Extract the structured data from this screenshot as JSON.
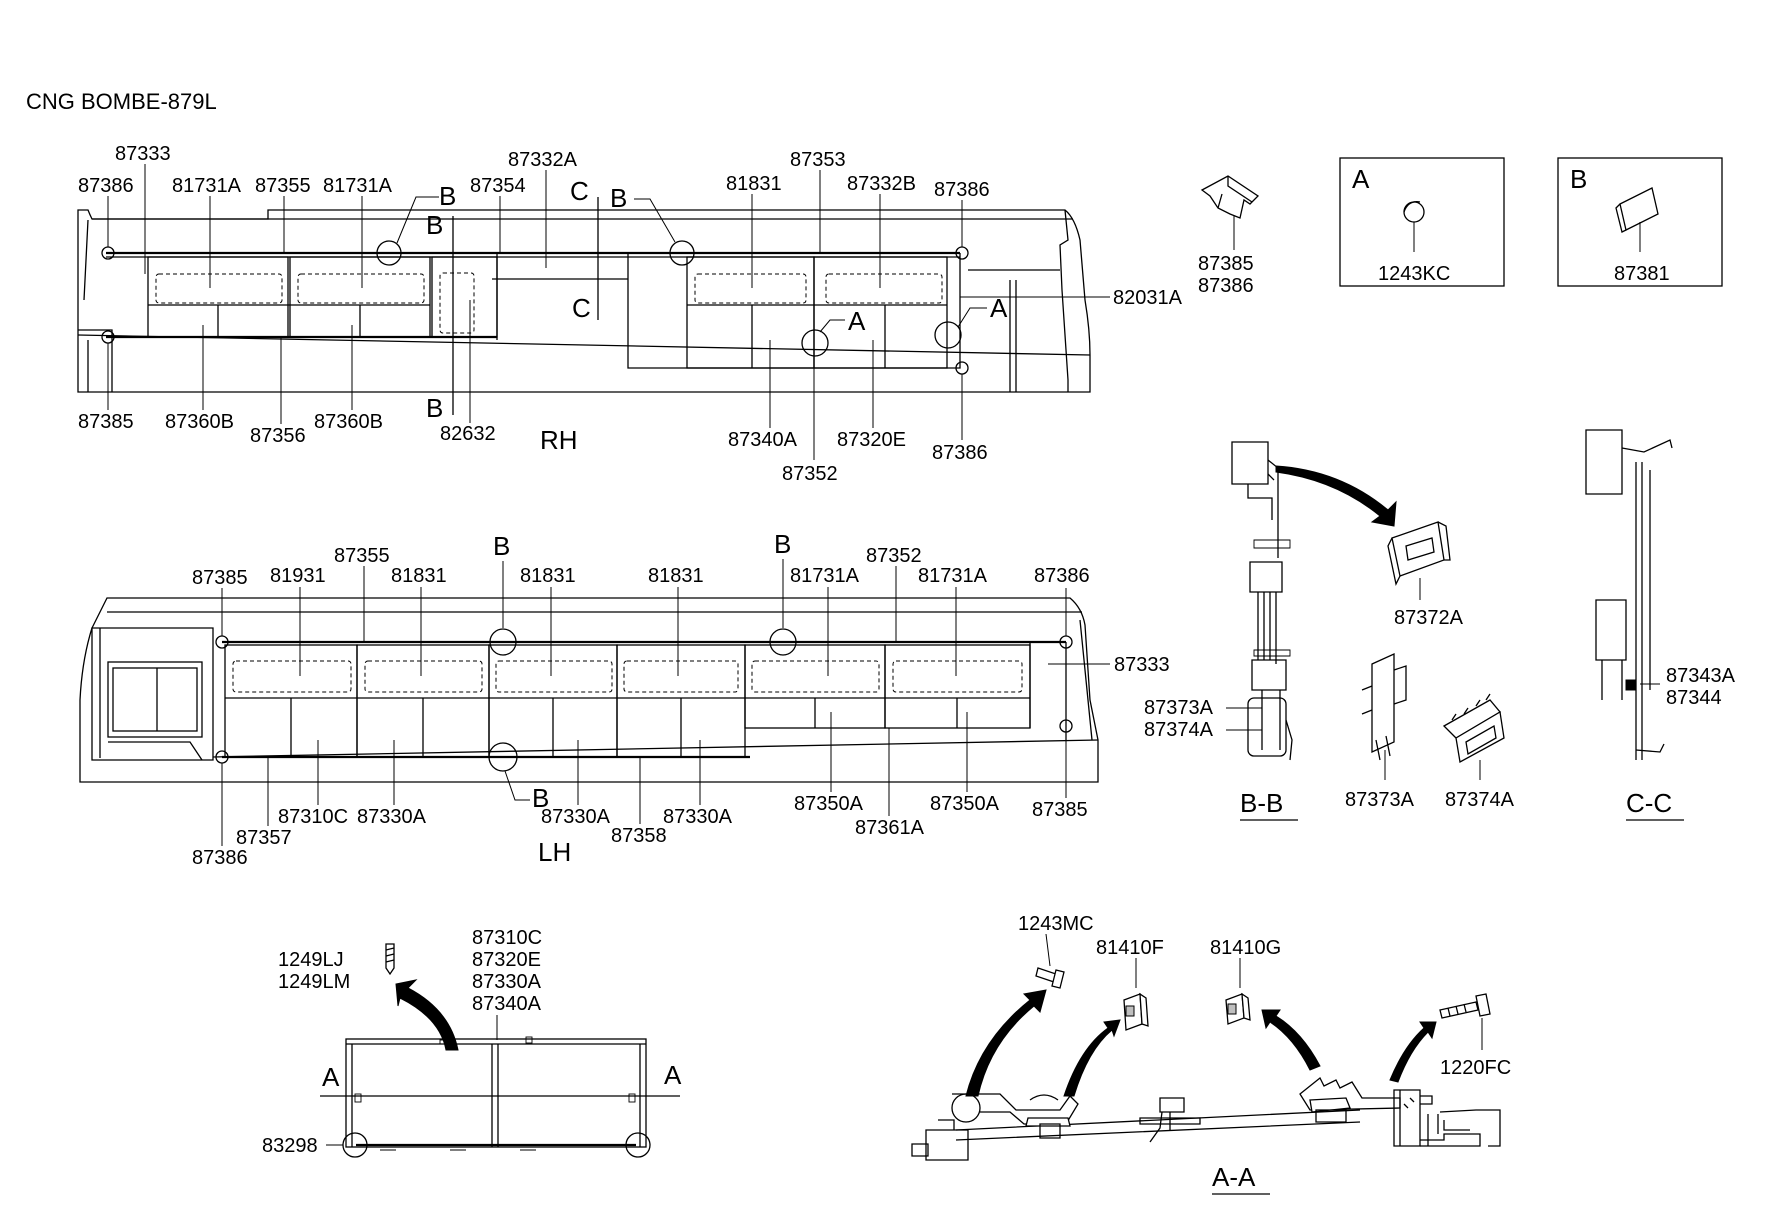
{
  "title": "CNG BOMBE-879L",
  "views": {
    "rh": "RH",
    "lh": "LH",
    "bb": "B-B",
    "cc": "C-C",
    "aa": "A-A"
  },
  "markers": {
    "a": "A",
    "b": "B",
    "c": "C"
  },
  "rh_labels": {
    "p87333": "87333",
    "p87386_tl": "87386",
    "p81731a_1": "81731A",
    "p87355": "87355",
    "p81731a_2": "81731A",
    "p87354": "87354",
    "p87332a": "87332A",
    "p81831": "81831",
    "p87353": "87353",
    "p87332b": "87332B",
    "p87386_tr": "87386",
    "p82031a": "82031A",
    "p87385": "87385",
    "p87360b_1": "87360B",
    "p87356": "87356",
    "p87360b_2": "87360B",
    "p82632": "82632",
    "p87340a": "87340A",
    "p87352": "87352",
    "p87320e": "87320E",
    "p87386_br": "87386"
  },
  "lh_labels": {
    "p87385_tl": "87385",
    "p81931": "81931",
    "p87355": "87355",
    "p81831_1": "81831",
    "p81831_2": "81831",
    "p81831_3": "81831",
    "p81731a_1": "81731A",
    "p87352": "87352",
    "p81731a_2": "81731A",
    "p87386_tr": "87386",
    "p87333": "87333",
    "p87310c": "87310C",
    "p87330a_1": "87330A",
    "p87357": "87357",
    "p87386_bl": "87386",
    "p87330a_2": "87330A",
    "p87358": "87358",
    "p87330a_3": "87330A",
    "p87350a_1": "87350A",
    "p87361a": "87361A",
    "p87350a_2": "87350A",
    "p87385_br": "87385"
  },
  "callouts": {
    "clip": [
      "87385",
      "87386"
    ],
    "box_a": "1243KC",
    "box_b": "87381"
  },
  "bb_labels": {
    "p87372a": "87372A",
    "p87373a_l": "87373A",
    "p87374a_l": "87374A",
    "p87373a": "87373A",
    "p87374a": "87374A"
  },
  "cc_labels": {
    "p87343a": "87343A",
    "p87344": "87344"
  },
  "window_labels": {
    "bolt": [
      "1249LJ",
      "1249LM"
    ],
    "glass": [
      "87310C",
      "87320E",
      "87330A",
      "87340A"
    ],
    "p83298": "83298"
  },
  "aa_labels": {
    "p1243mc": "1243MC",
    "p81410f": "81410F",
    "p81410g": "81410G",
    "p1220fc": "1220FC"
  }
}
